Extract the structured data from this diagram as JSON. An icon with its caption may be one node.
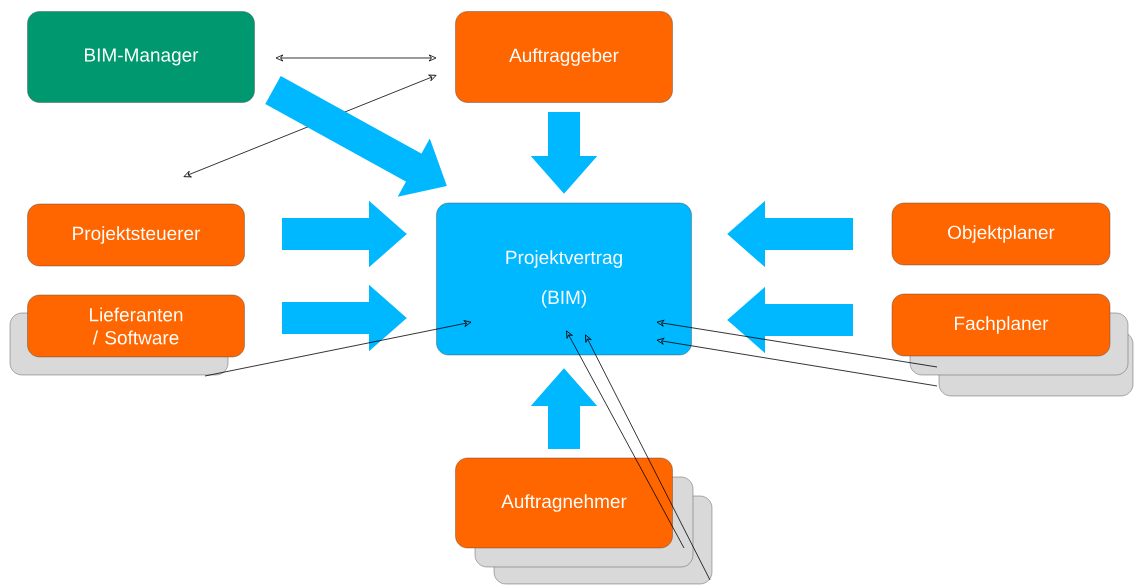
{
  "diagram": {
    "nodes": [
      {
        "text": [
          "BIM-Manager"
        ]
      },
      {
        "text": [
          "Auftraggeber"
        ]
      },
      {
        "text": [
          "Projektsteuerer"
        ]
      },
      {
        "text": [
          "Lieferanten / Software"
        ]
      },
      {
        "text": [
          "Projektvertrag (BIM)"
        ]
      },
      {
        "text": [
          "Objektplaner"
        ]
      },
      {
        "text": [
          "Fachplaner"
        ]
      },
      {
        "text": [
          "Auftragnehmer"
        ]
      }
    ],
    "edges": [
      {
        "from": 0,
        "to": 1,
        "arrow": "both"
      },
      {
        "from": null,
        "to": 1,
        "arrow": "both"
      },
      {
        "from": 0,
        "to": 4,
        "arrow": "to",
        "style": "thick",
        "color": "#00b8ff"
      },
      {
        "from": 1,
        "to": 4,
        "arrow": "to",
        "style": "thick",
        "color": "#00b8ff"
      },
      {
        "from": 2,
        "to": 4,
        "arrow": "to",
        "style": "thick",
        "color": "#00b8ff"
      },
      {
        "from": 3,
        "to": 4,
        "arrow": "to",
        "style": "thick",
        "color": "#00b8ff"
      },
      {
        "from": 5,
        "to": 4,
        "arrow": "to",
        "style": "thick",
        "color": "#00b8ff"
      },
      {
        "from": 6,
        "to": 4,
        "arrow": "to",
        "style": "thick",
        "color": "#00b8ff"
      },
      {
        "from": 7,
        "to": 4,
        "arrow": "to",
        "style": "thick",
        "color": "#00b8ff"
      },
      {
        "from": 3,
        "to": 4,
        "arrow": "to"
      },
      {
        "from": 6,
        "to": 4,
        "arrow": "to"
      },
      {
        "from": 6,
        "to": 4,
        "arrow": "to"
      },
      {
        "from": 7,
        "to": 4,
        "arrow": "to"
      },
      {
        "from": 7,
        "to": 4,
        "arrow": "to"
      }
    ]
  }
}
